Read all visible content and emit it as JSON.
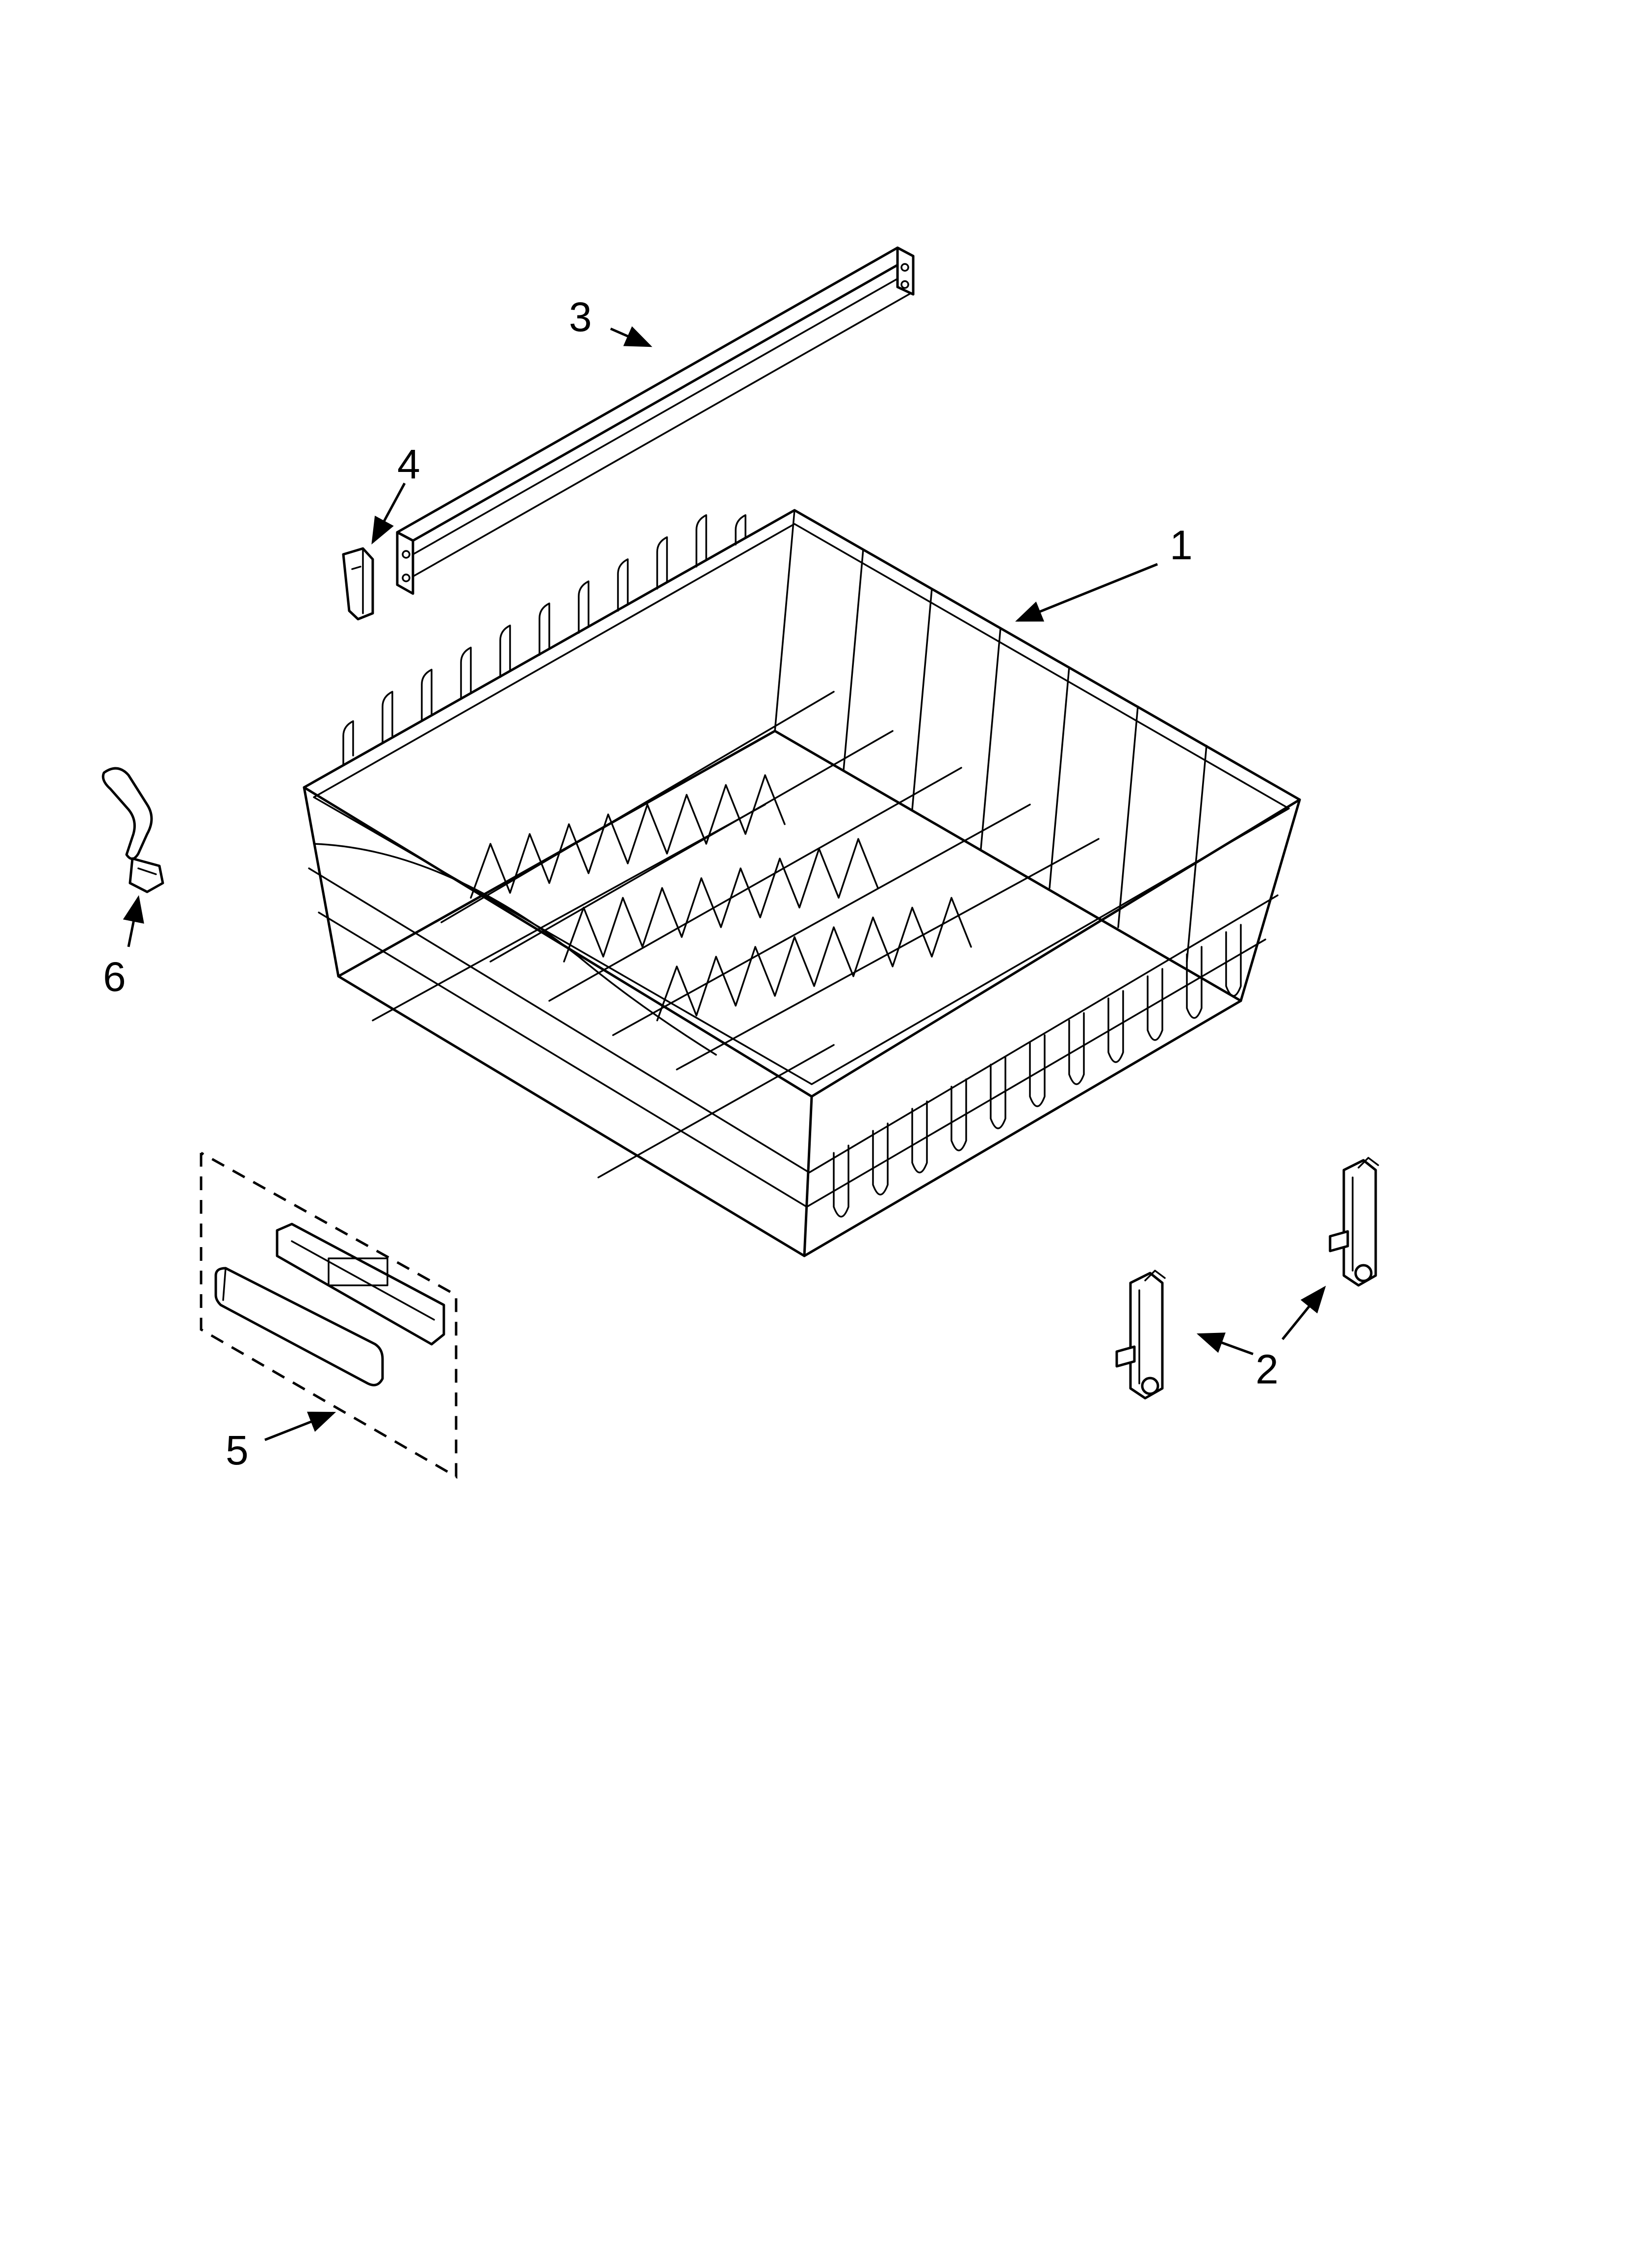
{
  "diagram": {
    "type": "exploded-parts-view",
    "colors": {
      "line": "#000000",
      "background": "#ffffff"
    },
    "callouts": [
      {
        "id": "1",
        "label": "1"
      },
      {
        "id": "2",
        "label": "2"
      },
      {
        "id": "3",
        "label": "3"
      },
      {
        "id": "4",
        "label": "4"
      },
      {
        "id": "5",
        "label": "5"
      },
      {
        "id": "6",
        "label": "6"
      }
    ]
  }
}
